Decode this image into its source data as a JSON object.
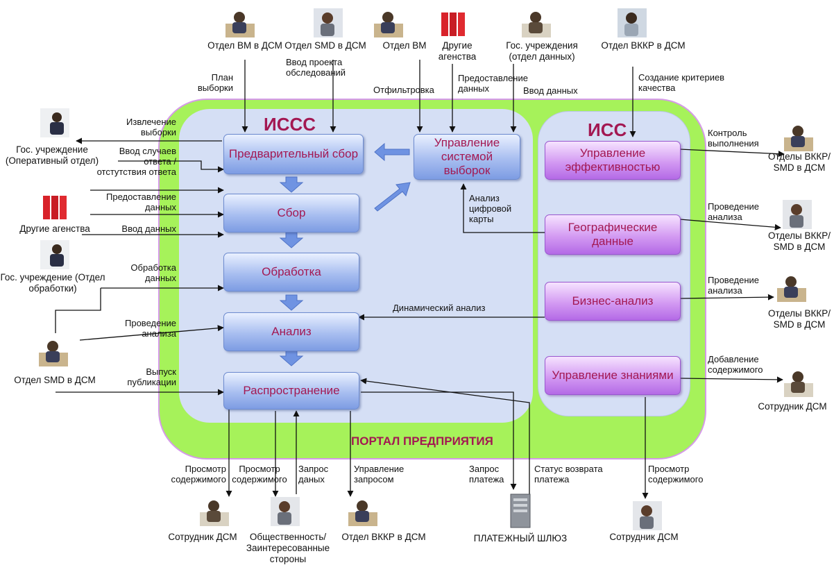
{
  "portal_title": "ПОРТАЛ ПРЕДПРИЯТИЯ",
  "left_section_title": "ИССС",
  "right_section_title": "ИСС",
  "left_boxes": {
    "prelim": "Предварительный сбор",
    "collect": "Сбор",
    "process": "Обработка",
    "analysis": "Анализ",
    "dissemination": "Распространение",
    "sampling": "Управление системой выборок"
  },
  "right_boxes": {
    "performance": "Управление эффективностью",
    "geo": "Географические данные",
    "business": "Бизнес-анализ",
    "knowledge": "Управление знаниями"
  },
  "top_actors": {
    "a1": "Отдел ВМ в ДСМ",
    "a2": "Отдел SMD в ДСМ",
    "a3": "Отдел ВМ",
    "a4": "Другие агенства",
    "a5": "Гос. учреждения (отдел данных)",
    "a6": "Отдел ВККР в ДСМ"
  },
  "left_actors": {
    "l1": "Гос. учреждение (Оперативный отдел)",
    "l2": "Другие агенства",
    "l3": "Гос. учреждение (Отдел обработки)",
    "l4": "Отдел SMD в ДСМ"
  },
  "right_actors": {
    "r1": "Отделы ВККР/ SMD в ДСМ",
    "r2": "Отделы ВККР/ SMD в ДСМ",
    "r3": "Отделы ВККР/ SMD в ДСМ",
    "r4": "Сотрудник ДСМ"
  },
  "bottom_actors": {
    "b1": "Сотрудник ДСМ",
    "b2": "Общественность/ Заинтересованные стороны",
    "b3": "Отдел ВККР в ДСМ",
    "b4": "ПЛАТЕЖНЫЙ ШЛЮЗ",
    "b5": "Сотрудник ДСМ"
  },
  "flow_labels": {
    "plan": "План выборки",
    "survey": "Ввод проекта обследований",
    "filter": "Отфильтровка",
    "provide_top": "Предоставление данных",
    "input_top": "Ввод данных",
    "quality": "Создание критериев качества",
    "extract": "Извлечение выборки",
    "cases": "Ввод случаев ответа / отстутствия ответа",
    "provide_left": "Предоставление данных",
    "input_left": "Ввод данных",
    "processing": "Обработка данных",
    "conduct_left": "Проведение анализа",
    "publish": "Выпуск публикации",
    "map": "Анализ цифровой карты",
    "dynamic": "Динамический анализ",
    "control": "Контроль выполнения",
    "conduct_r1": "Проведение анализа",
    "conduct_r2": "Проведение анализа",
    "add_content": "Добавление содержимого",
    "view1": "Просмотр содержимого",
    "view2": "Просмотр содержимого",
    "request_data": "Запрос даных",
    "request_mgmt": "Управление запросом",
    "payment_req": "Запрос платежа",
    "payment_status": "Статус возврата платежа",
    "view3": "Просмотр содержимого"
  }
}
